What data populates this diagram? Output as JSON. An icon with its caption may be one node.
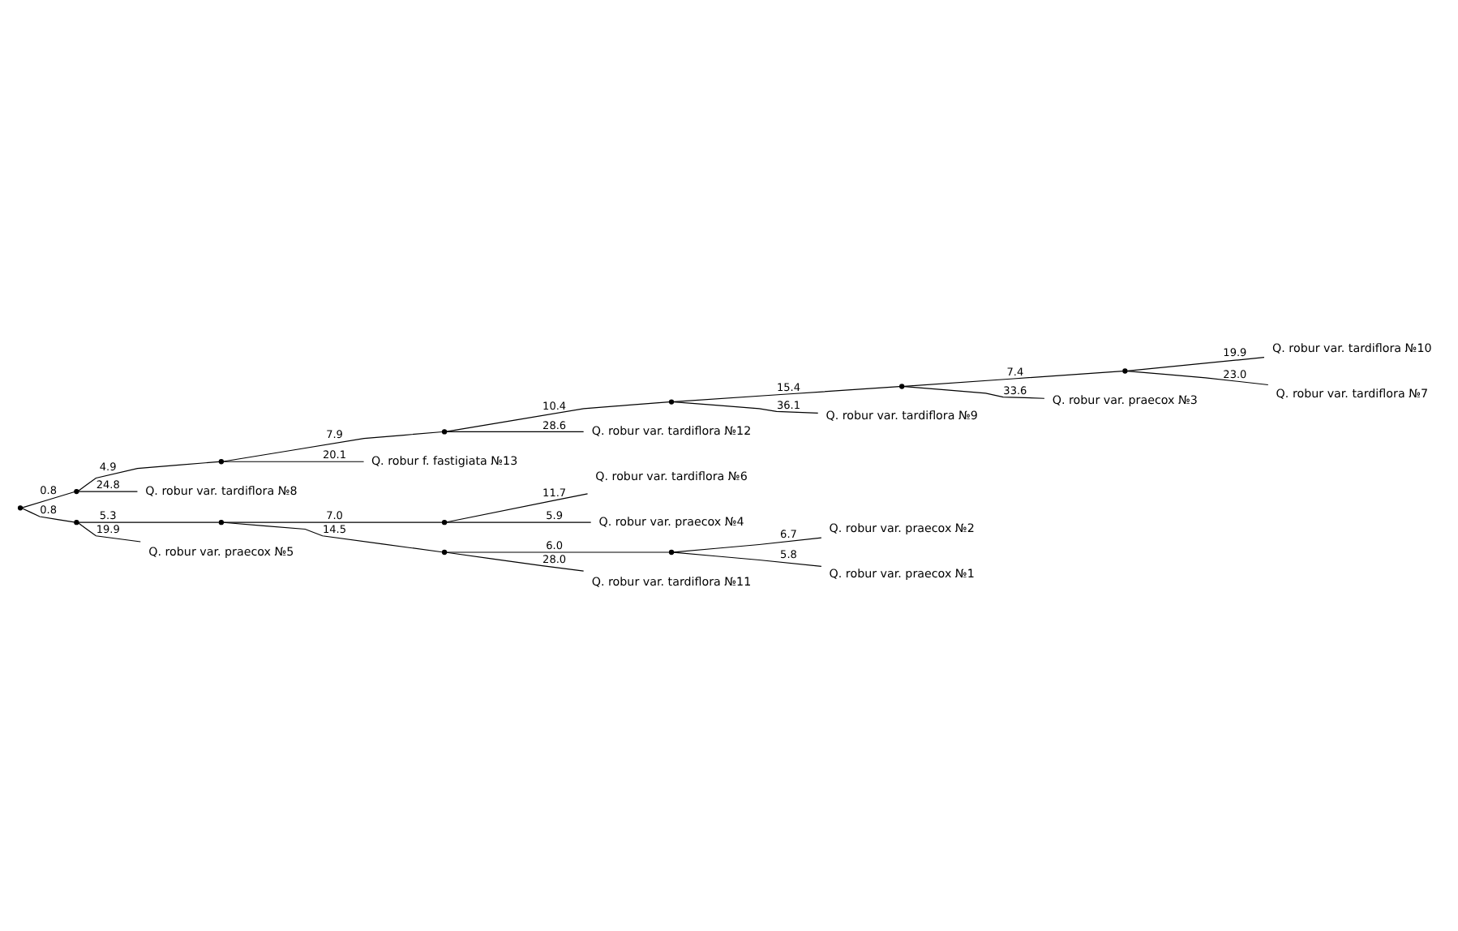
{
  "diagram": {
    "nodes": [
      {
        "text": [],
        "shape": "point"
      },
      {
        "text": [],
        "shape": "point"
      },
      {
        "text": [],
        "shape": "point"
      },
      {
        "text": [],
        "shape": "point"
      },
      {
        "text": [],
        "shape": "point"
      },
      {
        "text": [],
        "shape": "point"
      },
      {
        "text": [],
        "shape": "point"
      },
      {
        "text": [],
        "shape": "point"
      },
      {
        "text": [],
        "shape": "point"
      },
      {
        "text": [],
        "shape": "point"
      },
      {
        "text": [],
        "shape": "point"
      },
      {
        "text": [],
        "shape": "point"
      },
      {
        "text": [
          "Q. robur var. tardiflora №10"
        ]
      },
      {
        "text": [
          "Q. robur var. tardiflora №7"
        ]
      },
      {
        "text": [
          "Q. robur var. praecox №3"
        ]
      },
      {
        "text": [
          "Q. robur var. tardiflora №9"
        ]
      },
      {
        "text": [
          "Q. robur var. tardiflora №12"
        ]
      },
      {
        "text": [
          "Q. robur f. fastigiata №13"
        ]
      },
      {
        "text": [
          "Q. robur var. tardiflora №8"
        ]
      },
      {
        "text": [
          "Q. robur var. tardiflora №6"
        ]
      },
      {
        "text": [
          "Q. robur var. praecox №4"
        ]
      },
      {
        "text": [
          "Q. robur var. praecox №2"
        ]
      },
      {
        "text": [
          "Q. robur var. praecox №1"
        ]
      },
      {
        "text": [
          "Q. robur var. tardiflora №11"
        ]
      },
      {
        "text": [
          "Q. robur var. praecox №5"
        ]
      }
    ],
    "edges": [
      {
        "from": 0,
        "to": 1,
        "arrow": "none",
        "label": "0.8"
      },
      {
        "from": 1,
        "to": 2,
        "arrow": "none",
        "label": "4.9"
      },
      {
        "from": 2,
        "to": 3,
        "arrow": "none",
        "label": "7.9"
      },
      {
        "from": 3,
        "to": 4,
        "arrow": "none",
        "label": "10.4"
      },
      {
        "from": 4,
        "to": 5,
        "arrow": "none",
        "label": "15.4"
      },
      {
        "from": 5,
        "to": 6,
        "arrow": "none",
        "label": "7.4"
      },
      {
        "from": 6,
        "to": 12,
        "arrow": "none",
        "label": "19.9"
      },
      {
        "from": 6,
        "to": 13,
        "arrow": "none",
        "label": "23.0"
      },
      {
        "from": 5,
        "to": 14,
        "arrow": "none",
        "label": "33.6"
      },
      {
        "from": 4,
        "to": 15,
        "arrow": "none",
        "label": "36.1"
      },
      {
        "from": 3,
        "to": 16,
        "arrow": "none",
        "label": "28.6"
      },
      {
        "from": 2,
        "to": 17,
        "arrow": "none",
        "label": "20.1"
      },
      {
        "from": 1,
        "to": 18,
        "arrow": "none",
        "label": "24.8"
      },
      {
        "from": 0,
        "to": 7,
        "arrow": "none",
        "label": "0.8"
      },
      {
        "from": 7,
        "to": 8,
        "arrow": "none",
        "label": "5.3"
      },
      {
        "from": 8,
        "to": 9,
        "arrow": "none",
        "label": "7.0"
      },
      {
        "from": 9,
        "to": 19,
        "arrow": "none",
        "label": "11.7"
      },
      {
        "from": 9,
        "to": 20,
        "arrow": "none",
        "label": "5.9"
      },
      {
        "from": 8,
        "to": 10,
        "arrow": "none",
        "label": "14.5"
      },
      {
        "from": 10,
        "to": 11,
        "arrow": "none",
        "label": "6.0"
      },
      {
        "from": 11,
        "to": 21,
        "arrow": "none",
        "label": "6.7"
      },
      {
        "from": 11,
        "to": 22,
        "arrow": "none",
        "label": "5.8"
      },
      {
        "from": 10,
        "to": 23,
        "arrow": "none",
        "label": "28.0"
      },
      {
        "from": 7,
        "to": 24,
        "arrow": "none",
        "label": "19.9"
      }
    ]
  }
}
